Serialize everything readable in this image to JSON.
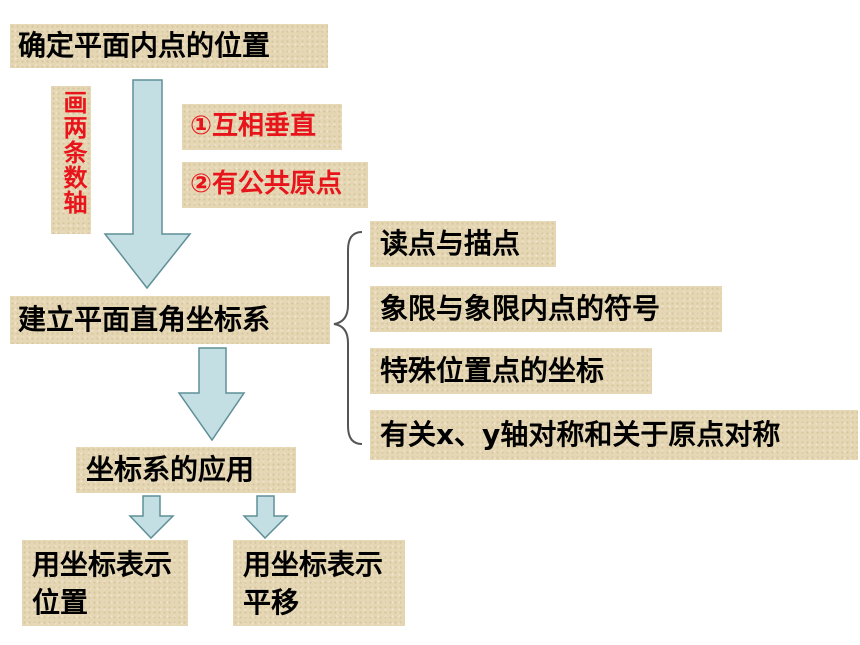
{
  "top_box": {
    "label": "确定平面内点的位置"
  },
  "side_note": {
    "label": "画两条数轴"
  },
  "conditions": [
    {
      "label": "①互相垂直"
    },
    {
      "label": "②有公共原点"
    }
  ],
  "middle_box": {
    "label": "建立平面直角坐标系"
  },
  "topics": [
    {
      "label": "读点与描点"
    },
    {
      "label": "象限与象限内点的符号"
    },
    {
      "label": "特殊位置点的坐标"
    },
    {
      "label": "有关x、y轴对称和关于原点对称"
    }
  ],
  "application_box": {
    "label": "坐标系的应用"
  },
  "leaves": [
    {
      "label": "用坐标表示位置"
    },
    {
      "label": "用坐标表示平移"
    }
  ],
  "colors": {
    "box_fill": "#e6d7b4",
    "arrow_fill": "#c3dfe3",
    "arrow_stroke": "#5f8f97",
    "red_text": "#e8141b"
  }
}
